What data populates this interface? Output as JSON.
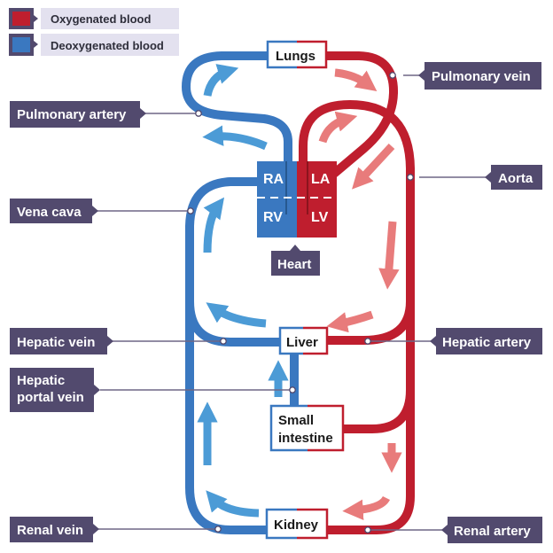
{
  "colors": {
    "oxygenated": "#bf1e2e",
    "deoxygenated": "#3a78c0",
    "oxygenated_arrow": "#e87b7b",
    "deoxygenated_arrow": "#4c9bd6",
    "label_bg": "#524a6e",
    "legend_bg": "#e3e1ef"
  },
  "legend": [
    {
      "label": "Oxygenated blood",
      "color_key": "oxygenated"
    },
    {
      "label": "Deoxygenated blood",
      "color_key": "deoxygenated"
    }
  ],
  "organs": {
    "lungs": "Lungs",
    "liver": "Liver",
    "small_intestine_line1": "Small",
    "small_intestine_line2": "intestine",
    "kidney": "Kidney"
  },
  "heart": {
    "label": "Heart",
    "chambers": {
      "ra": "RA",
      "rv": "RV",
      "la": "LA",
      "lv": "LV"
    }
  },
  "vessel_labels": {
    "pulmonary_vein": "Pulmonary vein",
    "pulmonary_artery": "Pulmonary artery",
    "aorta": "Aorta",
    "vena_cava": "Vena cava",
    "hepatic_vein": "Hepatic vein",
    "hepatic_artery": "Hepatic artery",
    "hepatic_portal_vein_line1": "Hepatic",
    "hepatic_portal_vein_line2": "portal vein",
    "renal_vein": "Renal vein",
    "renal_artery": "Renal artery"
  }
}
